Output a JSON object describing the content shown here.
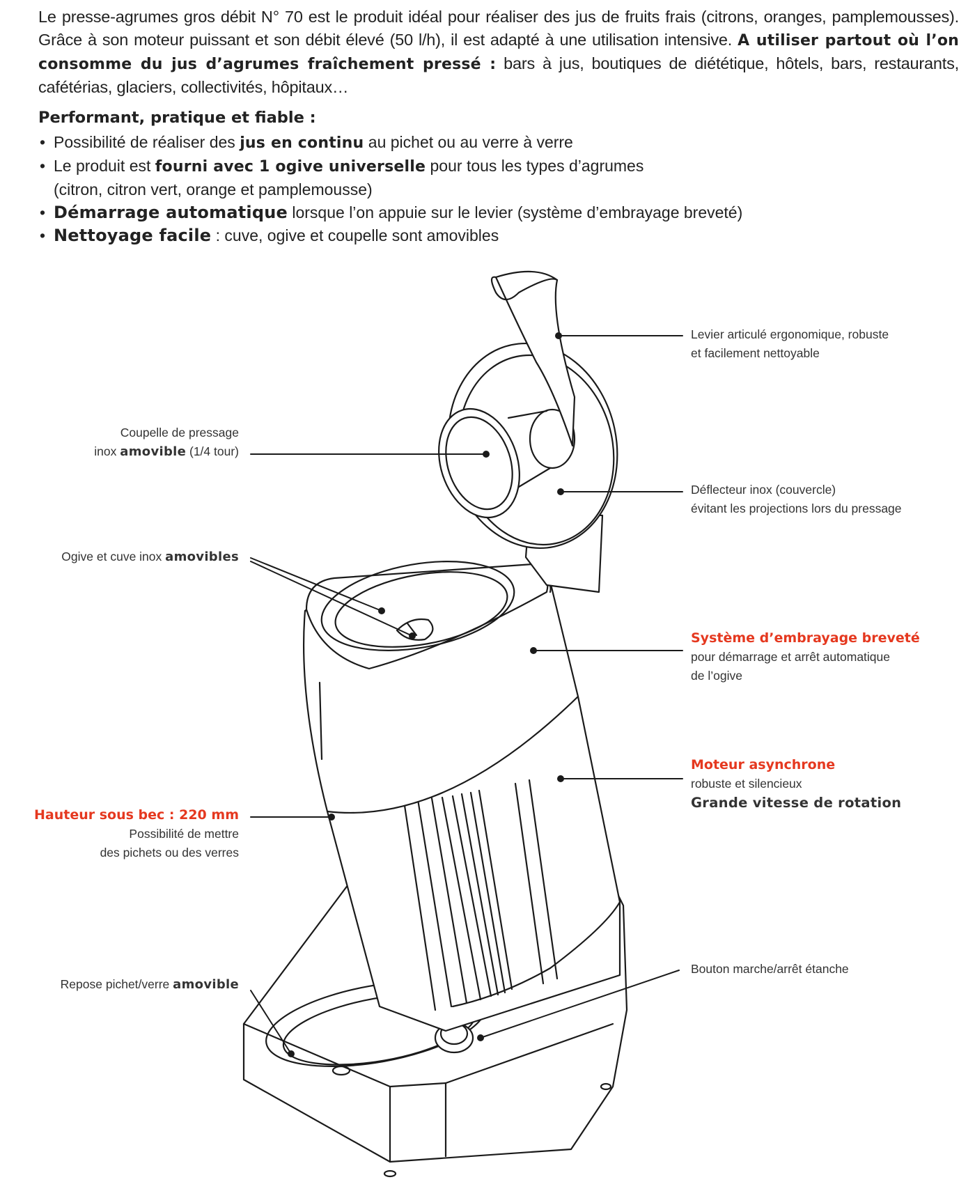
{
  "intro": {
    "p1": "Le presse-agrumes gros débit N° 70 est le produit idéal pour réaliser des jus de fruits frais (citrons, oranges, pamplemousses). Grâce à son moteur puissant et son débit élevé (50 l/h), il est adapté à une utilisation intensive.",
    "p1_bold": "A utiliser partout où l’on consomme du jus d’agrumes fraîchement pressé :",
    "p1_end": "bars à jus, boutiques de diététique, hôtels, bars, restaurants, cafétérias, glaciers, collectivités, hôpitaux…"
  },
  "features": {
    "heading": "Performant, pratique et fiable :",
    "items": [
      {
        "pre": "Possibilité de réaliser des",
        "bold": "jus en continu",
        "post": "au pichet ou au verre à verre"
      },
      {
        "pre": "Le produit est",
        "bold": "fourni avec 1 ogive universelle",
        "post": "pour tous les types d’agrumes",
        "line2": "(citron, citron vert, orange et pamplemousse)"
      },
      {
        "pre": "",
        "bold": "Démarrage automatique",
        "post": "lorsque l’on appuie sur le levier (système d’embrayage breveté)"
      },
      {
        "pre": "",
        "bold": "Nettoyage facile",
        "post": ": cuve, ogive et coupelle sont amovibles"
      }
    ]
  },
  "callouts": {
    "levier": {
      "line1": "Levier articulé ergonomique, robuste",
      "line2": "et facilement nettoyable"
    },
    "coupelle": {
      "line1": "Coupelle de pressage",
      "line2_pre": "inox",
      "line2_bold": "amovible",
      "line2_post": "(1/4 tour)"
    },
    "deflecteur": {
      "line1": "Déflecteur inox (couvercle)",
      "line2": "évitant les projections lors du pressage"
    },
    "ogive": {
      "pre": "Ogive et cuve inox",
      "bold": "amovibles"
    },
    "embrayage": {
      "title": "Système d’embrayage breveté",
      "line1": "pour démarrage et arrêt automatique",
      "line2": "de l’ogive"
    },
    "moteur": {
      "title": "Moteur asynchrone",
      "line1": "robuste et silencieux",
      "line2": "Grande vitesse de rotation"
    },
    "hauteur": {
      "title": "Hauteur sous bec : 220 mm",
      "line1": "Possibilité de mettre",
      "line2": "des pichets ou des verres"
    },
    "bouton": {
      "line1": "Bouton marche/arrêt étanche"
    },
    "repose": {
      "pre": "Repose pichet/verre",
      "bold": "amovible"
    }
  },
  "colors": {
    "accent_red": "#e5381f",
    "line": "#1a1a1a"
  }
}
